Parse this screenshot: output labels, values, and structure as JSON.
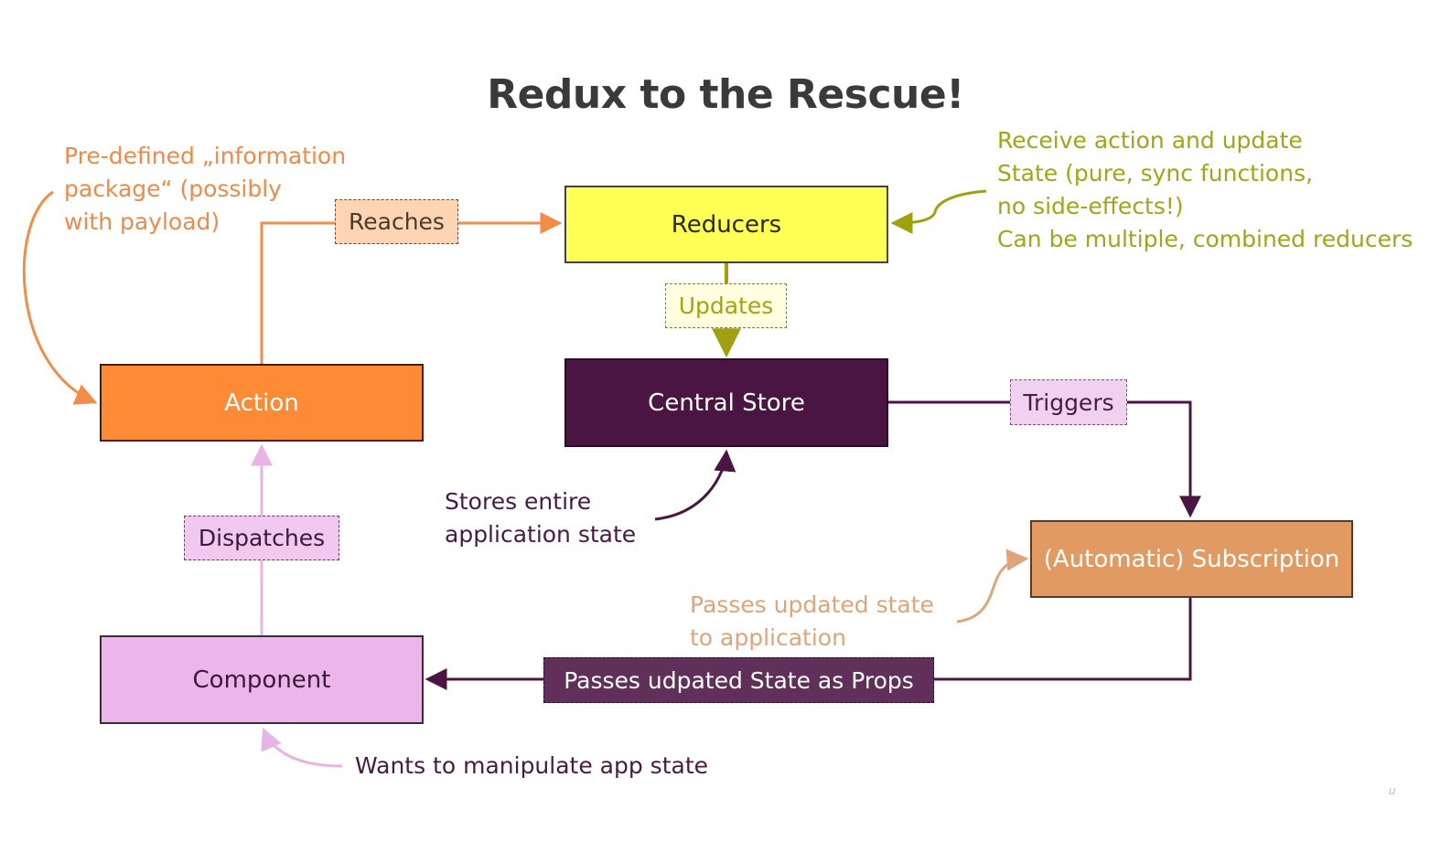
{
  "title": "Redux to the Rescue!",
  "boxes": {
    "reducers": "Reducers",
    "central_store": "Central Store",
    "action": "Action",
    "component": "Component",
    "subscription": "(Automatic) Subscription"
  },
  "edge_labels": {
    "reaches": "Reaches",
    "updates": "Updates",
    "triggers": "Triggers",
    "dispatches": "Dispatches",
    "passes_props": "Passes udpated State as Props"
  },
  "notes": {
    "action": [
      "Pre-defined „information",
      "package“ (possibly",
      "with payload)"
    ],
    "reducers": [
      "Receive action and update",
      "State (pure, sync functions,",
      "no side-effects!)",
      "Can be multiple, combined reducers"
    ],
    "store": [
      "Stores entire",
      "application state"
    ],
    "subscription": [
      "Passes updated state",
      "to application"
    ],
    "component": "Wants to manipulate app state"
  },
  "colors": {
    "reducers": "#ffff55",
    "central_store": "#4a1542",
    "action": "#fd8a34",
    "component": "#edb6ea",
    "subscription": "#e09a62",
    "orange_line": "#f28c46",
    "olive_line": "#a0a010",
    "purple_line": "#4a1542",
    "pink_line": "#e8b4e6"
  }
}
